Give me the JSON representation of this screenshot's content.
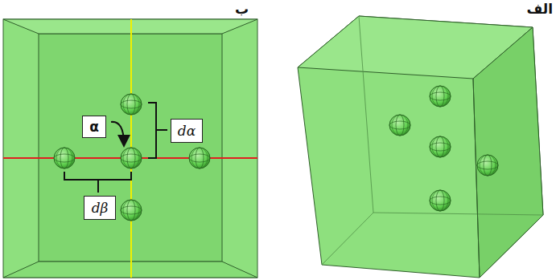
{
  "diagram": {
    "nodes": [
      {
        "text": [
          "α"
        ]
      },
      {
        "text": [
          "dα"
        ]
      },
      {
        "text": [
          "dβ"
        ]
      }
    ],
    "labels": [
      "ب",
      "الف"
    ]
  }
}
